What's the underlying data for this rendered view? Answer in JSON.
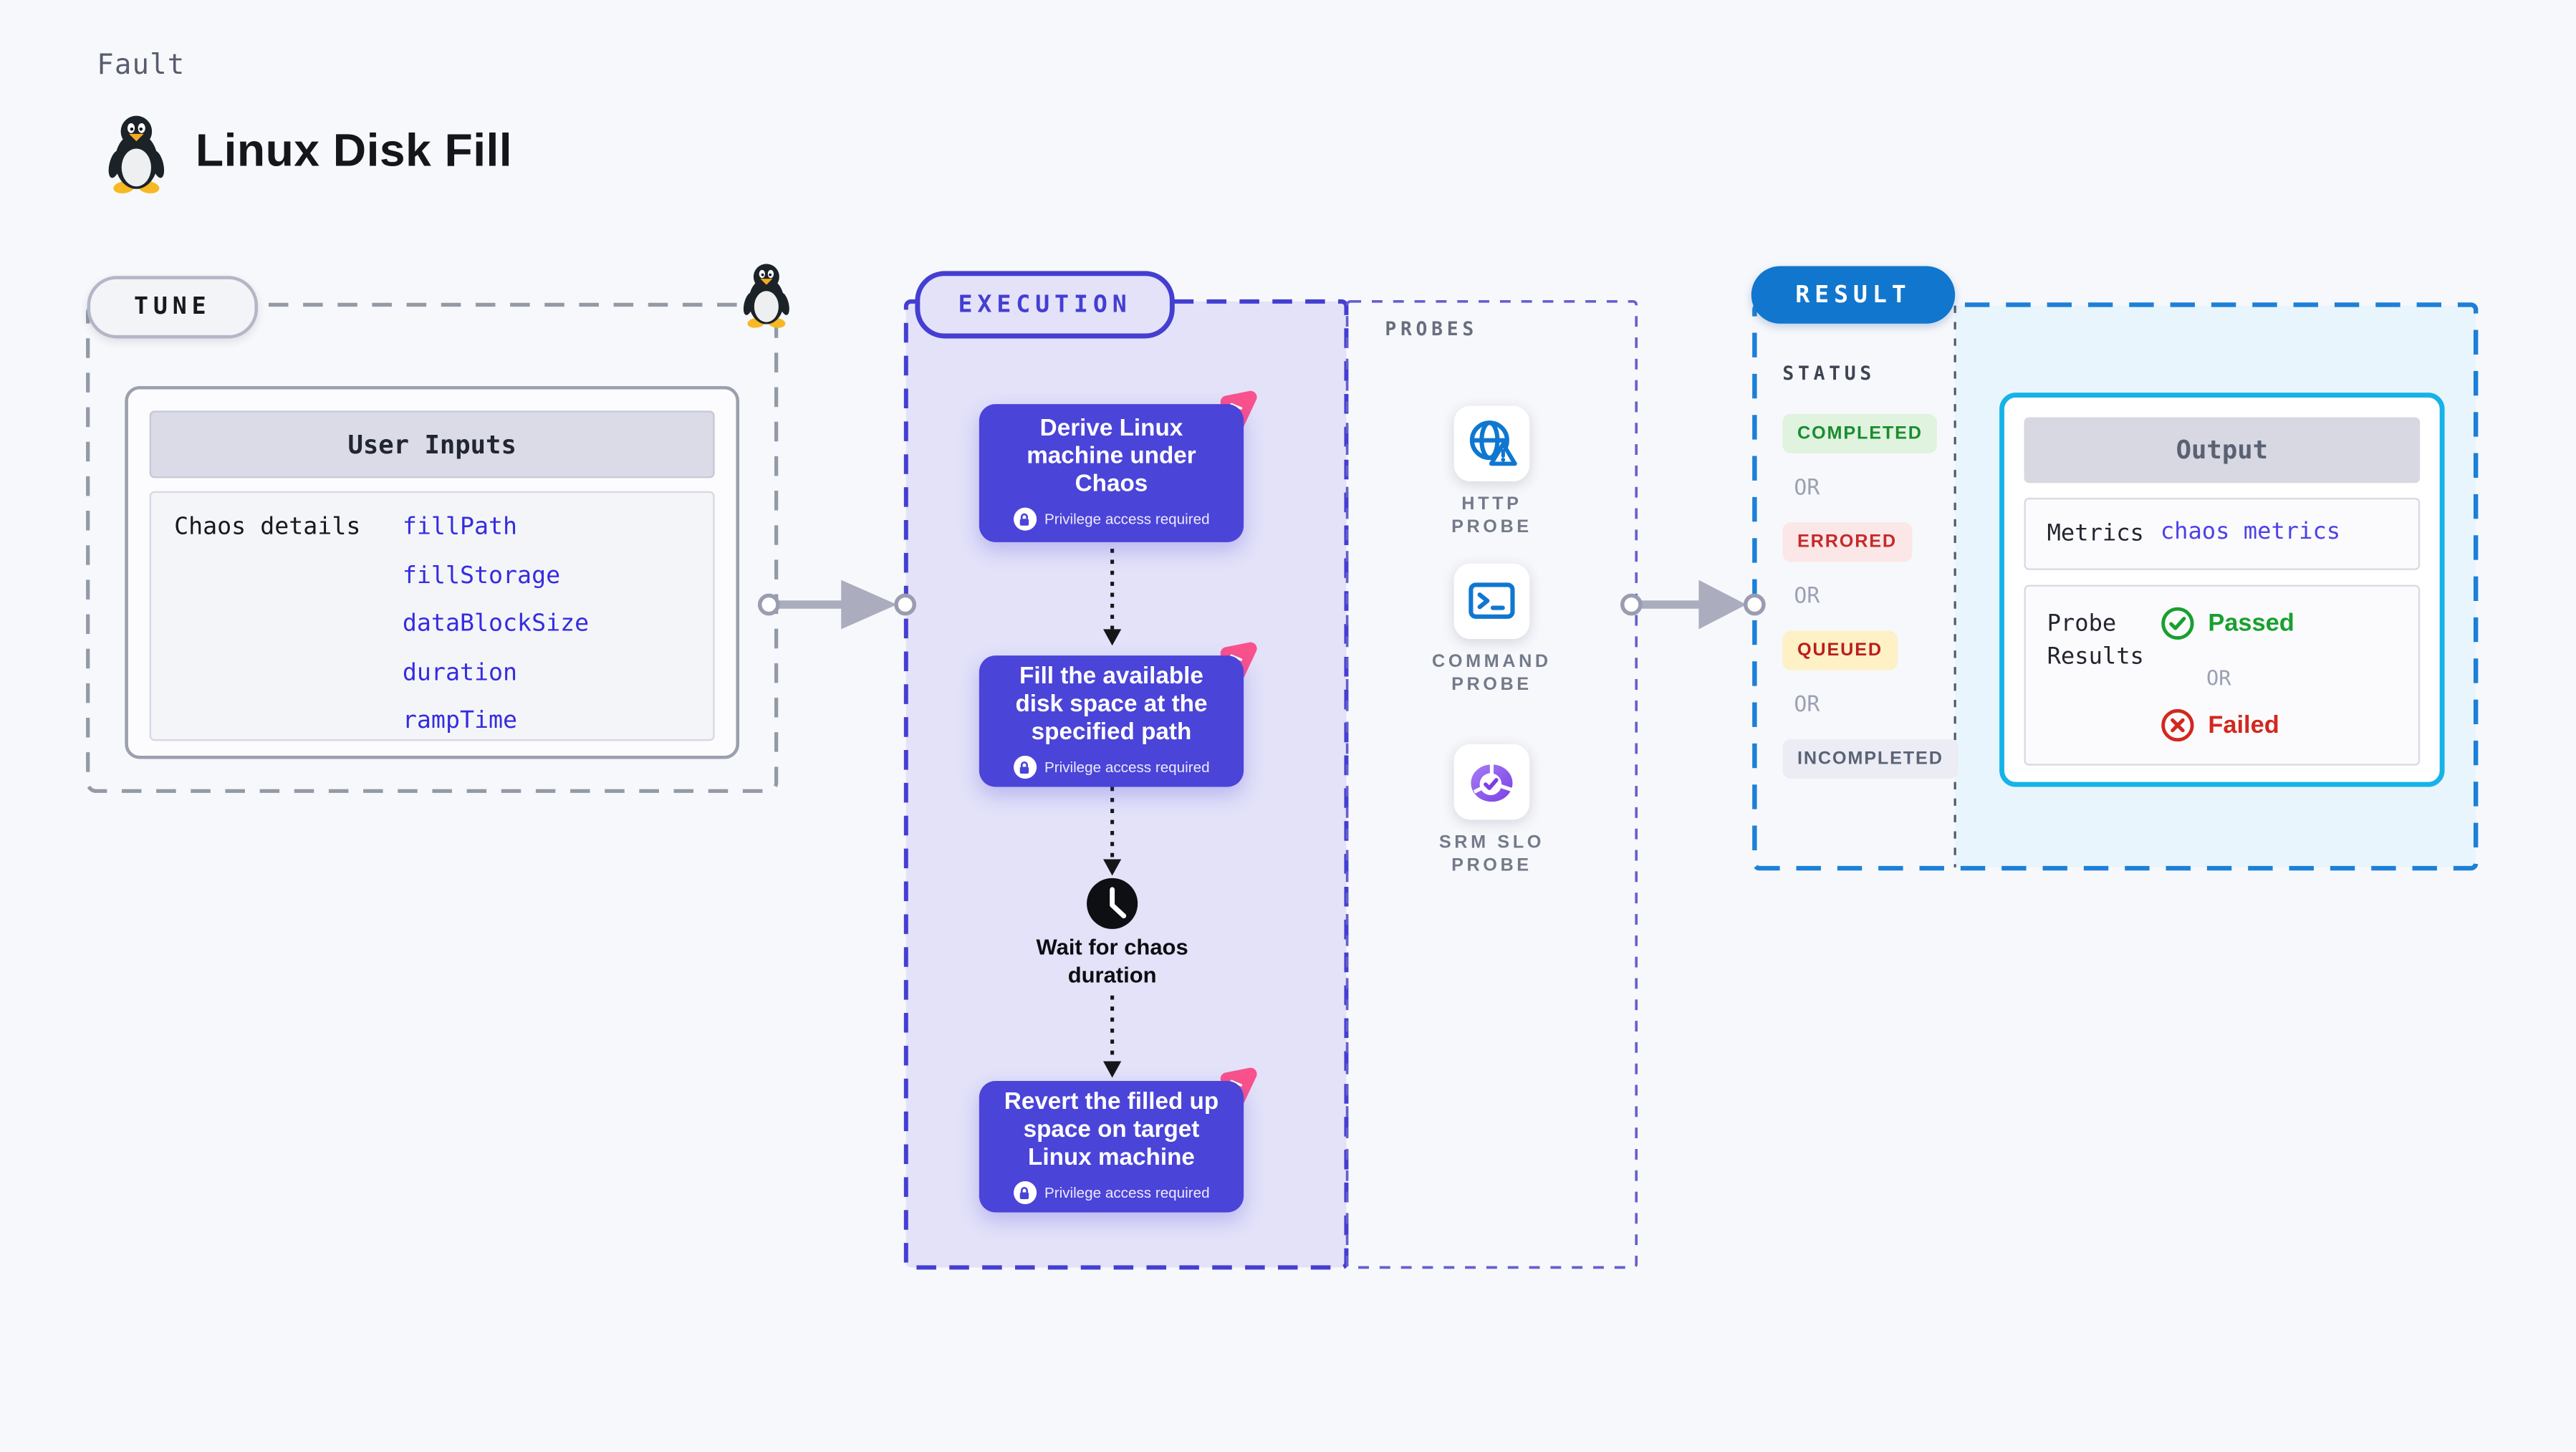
{
  "page": {
    "kind_label": "Fault",
    "title": "Linux Disk Fill",
    "background": "#f7f8fb"
  },
  "tune": {
    "label": "TUNE",
    "card_header": "User Inputs",
    "row_label": "Chaos details",
    "params": [
      "fillPath",
      "fillStorage",
      "dataBlockSize",
      "duration",
      "rampTime"
    ]
  },
  "execution": {
    "label": "EXECUTION",
    "steps": [
      {
        "title": "Derive Linux machine under Chaos",
        "badge": "Privilege access required"
      },
      {
        "title": "Fill the available disk space at the specified path",
        "badge": "Privilege access required"
      },
      {
        "title": "Revert the filled up space on target Linux machine",
        "badge": "Privilege access required"
      }
    ],
    "wait_label": "Wait for chaos duration"
  },
  "probes": {
    "label": "PROBES",
    "items": [
      {
        "name": "HTTP PROBE",
        "icon": "globe-alert-icon"
      },
      {
        "name": "COMMAND PROBE",
        "icon": "terminal-icon"
      },
      {
        "name": "SRM SLO PROBE",
        "icon": "slo-pie-icon"
      }
    ]
  },
  "result": {
    "label": "RESULT",
    "status_label": "STATUS",
    "or_label": "OR",
    "statuses": [
      {
        "text": "COMPLETED",
        "color": "#1a8c2e",
        "bg": "#dff3df"
      },
      {
        "text": "ERRORED",
        "color": "#c52a2a",
        "bg": "#fbe7e7"
      },
      {
        "text": "QUEUED",
        "color": "#bb1d1d",
        "bg": "#fdf1c5"
      },
      {
        "text": "INCOMPLETED",
        "color": "#5a6375",
        "bg": "#ecedf4"
      }
    ],
    "output": {
      "header": "Output",
      "metrics_label": "Metrics",
      "metrics_value": "chaos metrics",
      "probe_results_label": "Probe Results",
      "passed_label": "Passed",
      "failed_label": "Failed"
    }
  },
  "colors": {
    "accent_indigo": "#4a44d8",
    "accent_pink": "#f9528c",
    "accent_blue": "#1176cd",
    "accent_cyan": "#17b2e8",
    "lavender_fill": "#e3e2f9",
    "lightblue_fill": "#e9f5fc",
    "passed_green": "#18a02f",
    "failed_red": "#d2281e"
  }
}
